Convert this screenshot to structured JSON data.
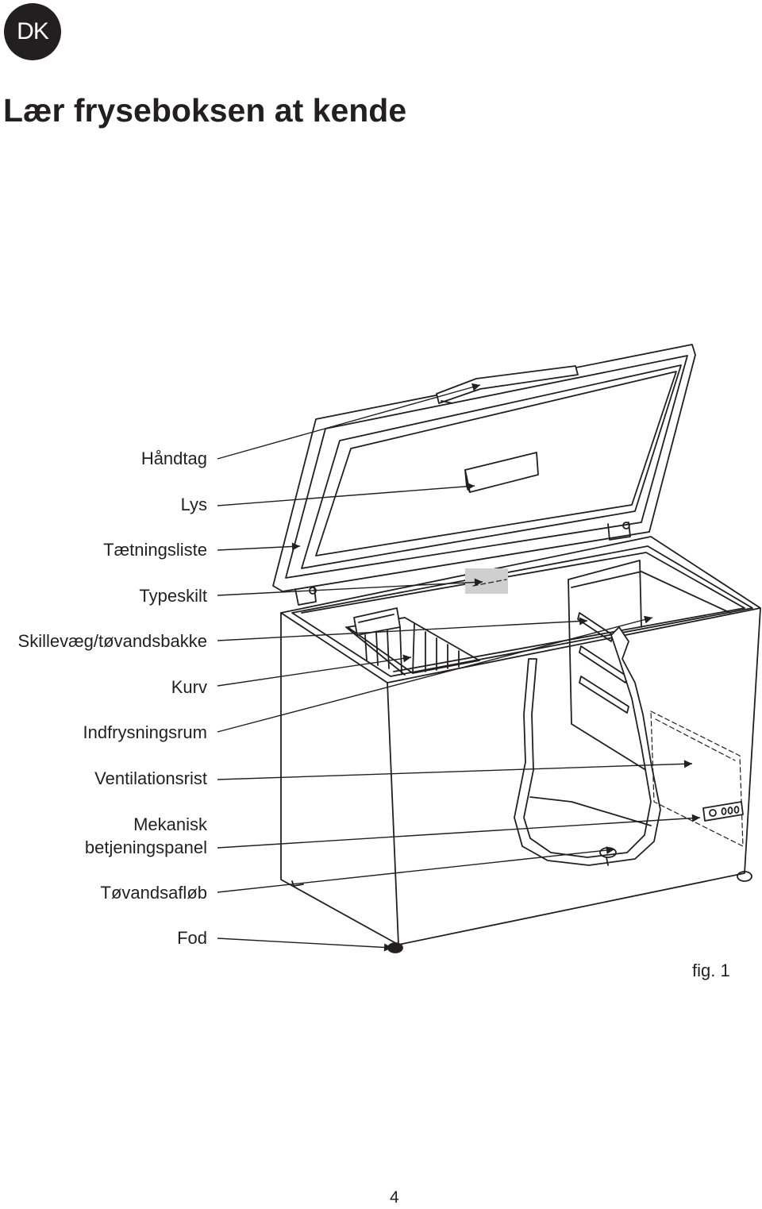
{
  "badge": "DK",
  "title": "Lær fryseboksen at kende",
  "labels": {
    "handtag": "Håndtag",
    "lys": "Lys",
    "taetningsliste": "Tætningsliste",
    "typeskilt": "Typeskilt",
    "skillevaeg": "Skillevæg/tøvandsbakke",
    "kurv": "Kurv",
    "indfrysningsrum": "Indfrysningsrum",
    "ventilationsrist": "Ventilationsrist",
    "mekanisk_1": "Mekanisk",
    "mekanisk_2": "betjeningspanel",
    "tovandsaflob": "Tøvandsafløb",
    "fod": "Fod"
  },
  "figure_caption": "fig. 1",
  "page_number": "4"
}
